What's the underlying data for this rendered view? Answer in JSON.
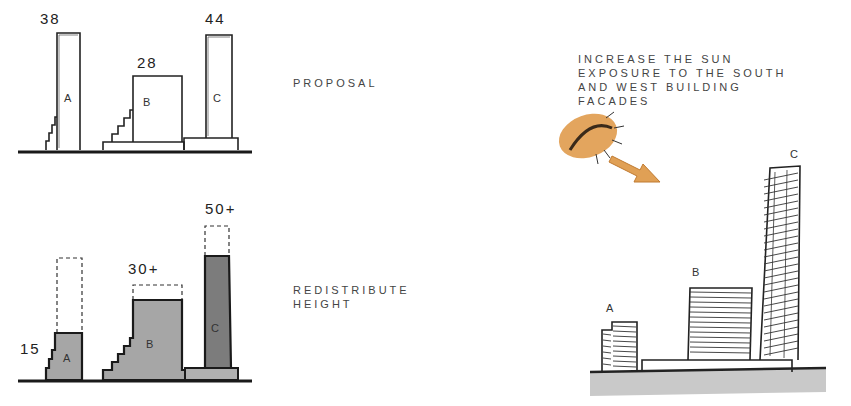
{
  "diagram": {
    "nodes": [
      {
        "text": [
          "38",
          "A"
        ]
      },
      {
        "text": [
          "28",
          "B"
        ]
      },
      {
        "text": [
          "44",
          "C"
        ]
      },
      {
        "text": [
          "15",
          "A"
        ]
      },
      {
        "text": [
          "30+",
          "B"
        ]
      },
      {
        "text": [
          "50+",
          "C"
        ]
      },
      {
        "text": [
          "A"
        ]
      },
      {
        "text": [
          "B"
        ]
      },
      {
        "text": [
          "C"
        ]
      }
    ],
    "labels": [
      "PROPOSAL",
      "INCREASE THE SUN EXPOSURE TO THE SOUTH AND WEST BUILDING FACADES",
      "REDISTRIBUTE HEIGHT"
    ]
  }
}
